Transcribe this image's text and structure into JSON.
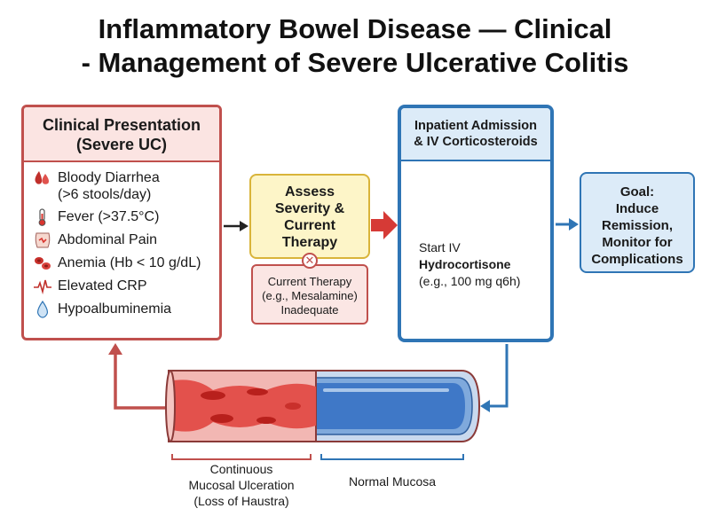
{
  "title": {
    "line1": "Inflammatory Bowel Disease — Clinical",
    "line2": "- Management of Severe Ulcerative Colitis"
  },
  "presentation": {
    "heading_line1": "Clinical Presentation",
    "heading_line2": "(Severe UC)",
    "items": [
      {
        "icon": "blood-drop-icon",
        "line1": "Bloody Diarrhea",
        "line2": "(>6 stools/day)"
      },
      {
        "icon": "thermometer-icon",
        "line1": "Fever (>37.5°C)",
        "line2": ""
      },
      {
        "icon": "abdomen-icon",
        "line1": "Abdominal Pain",
        "line2": ""
      },
      {
        "icon": "red-cells-icon",
        "line1": "Anemia (Hb < 10 g/dL)",
        "line2": ""
      },
      {
        "icon": "pulse-icon",
        "line1": "Elevated CRP",
        "line2": ""
      },
      {
        "icon": "water-drop-icon",
        "line1": "Hypoalbuminemia",
        "line2": ""
      }
    ]
  },
  "assess": {
    "line1": "Assess",
    "line2": "Severity &",
    "line3": "Current",
    "line4": "Therapy"
  },
  "therapy": {
    "line1": "Current Therapy",
    "line2": "(e.g., Mesalamine)",
    "line3": "Inadequate"
  },
  "inpatient": {
    "heading_line1": "Inpatient Admission",
    "heading_line2": "& IV Corticosteroids",
    "start": "Start IV",
    "drug": "Hydrocortisone",
    "dose": "(e.g., 100 mg q6h)"
  },
  "goal": {
    "line1": "Goal:",
    "line2": "Induce",
    "line3": "Remission,",
    "line4": "Monitor for",
    "line5": "Complications"
  },
  "colon": {
    "ulcer_line1": "Continuous",
    "ulcer_line2": "Mucosal Ulceration",
    "ulcer_line3": "(Loss of Haustra)",
    "normal": "Normal Mucosa"
  },
  "colors": {
    "red": "#c0504d",
    "blue": "#2f75b5",
    "yellow": "#d9b43a"
  }
}
